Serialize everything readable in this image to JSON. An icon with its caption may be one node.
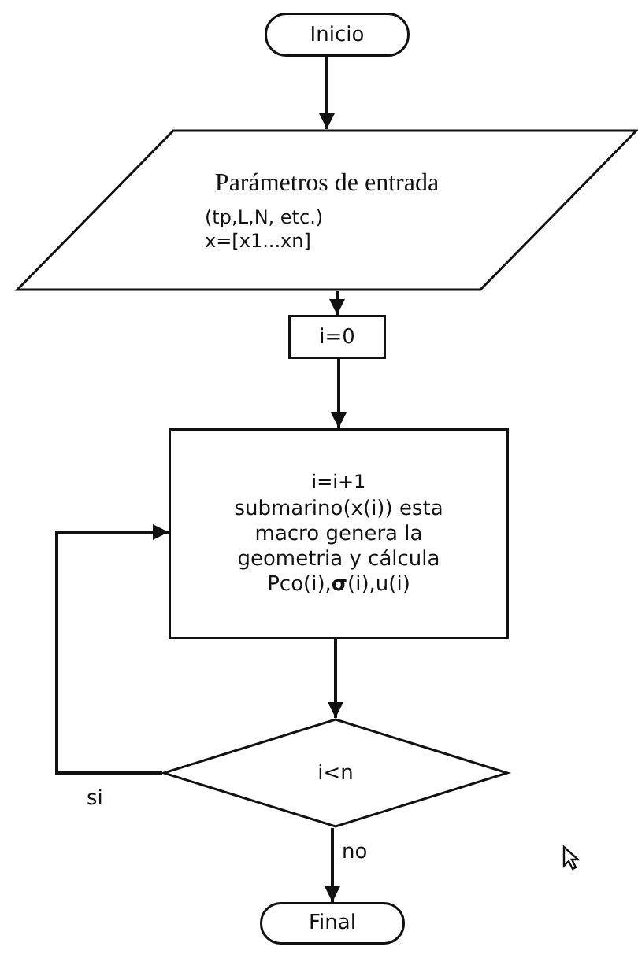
{
  "diagram": {
    "nodes": [
      {
        "text": [
          "Inicio"
        ]
      },
      {
        "text": [
          "Parámetros de entrada",
          "(tp,L,N, etc.)",
          "x=[x1...xn]"
        ]
      },
      {
        "text": [
          "i=0"
        ]
      },
      {
        "text": [
          "i=i+1",
          "submarino(x(i)) esta macro genera la geometria y cálcula Pco(i),**σ**(i),u(i)"
        ]
      },
      {
        "text": [
          "i<n"
        ]
      },
      {
        "text": [
          "Final"
        ]
      }
    ],
    "edges": [
      {
        "from": 0,
        "to": 1,
        "arrow": "to"
      },
      {
        "from": 1,
        "to": 2,
        "arrow": "to"
      },
      {
        "from": 2,
        "to": 3,
        "arrow": "to"
      },
      {
        "from": 3,
        "to": 4,
        "arrow": "to"
      },
      {
        "from": 4,
        "to": 3,
        "arrow": "to",
        "label": "si"
      },
      {
        "from": 4,
        "to": 5,
        "arrow": "to",
        "label": "no"
      }
    ]
  }
}
